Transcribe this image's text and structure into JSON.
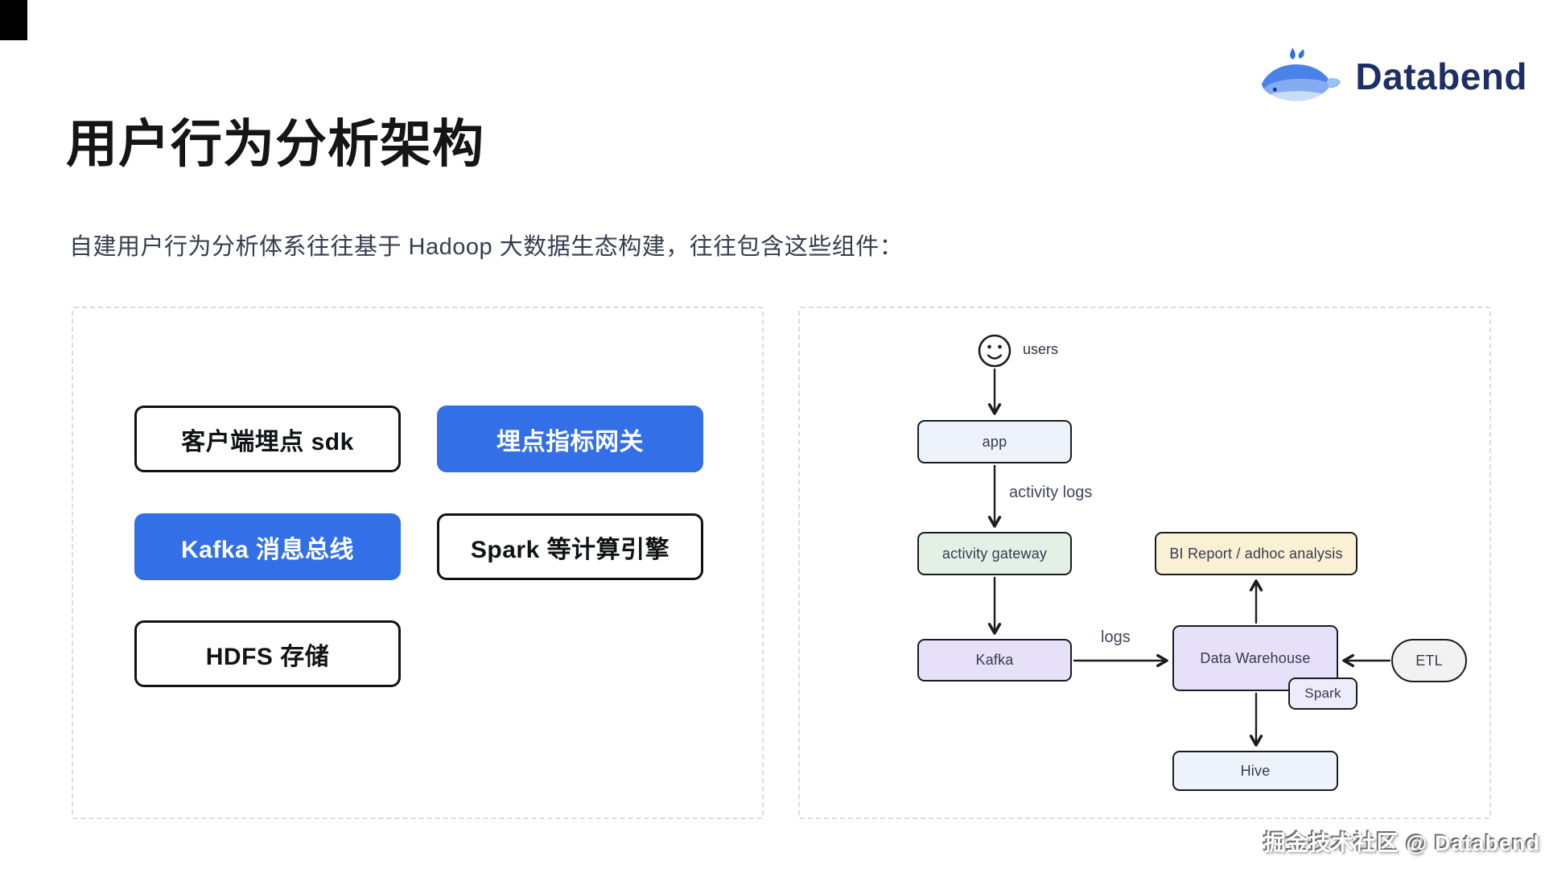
{
  "header": {
    "logo_text": "Databend"
  },
  "page": {
    "title": "用户行为分析架构",
    "subtitle": "自建用户行为分析体系往往基于 Hadoop 大数据生态构建，往往包含这些组件：",
    "watermark": "掘金技术社区 @ Databend"
  },
  "colors": {
    "accent_blue": "#3370E8",
    "node_app_fill": "#EDF2FB",
    "node_gateway_fill": "#E3F0E6",
    "node_bi_fill": "#FAF0D3",
    "node_kafka_fill": "#E6E0F8",
    "node_dw_fill": "#E6E0F8",
    "node_spark_fill": "#ECECFA",
    "node_etl_fill": "#F2F2F1",
    "node_hive_fill": "#EDF2FB",
    "logo_navy": "#1e2f66"
  },
  "components": {
    "items": [
      {
        "label": "客户端埋点 sdk",
        "variant": "outline"
      },
      {
        "label": "埋点指标网关",
        "variant": "blue"
      },
      {
        "label": "Kafka 消息总线",
        "variant": "blue"
      },
      {
        "label": "Spark 等计算引擎",
        "variant": "outline"
      },
      {
        "label": "HDFS 存储",
        "variant": "outline"
      }
    ]
  },
  "diagram": {
    "users_label": "users",
    "nodes": {
      "app": {
        "label": "app"
      },
      "gateway": {
        "label": "activity gateway"
      },
      "bi": {
        "label": "BI Report / adhoc analysis"
      },
      "kafka": {
        "label": "Kafka"
      },
      "dw": {
        "label": "Data Warehouse"
      },
      "spark": {
        "label": "Spark"
      },
      "etl": {
        "label": "ETL"
      },
      "hive": {
        "label": "Hive"
      }
    },
    "edges": {
      "app_to_gateway_label": "activity logs",
      "kafka_to_dw_label": "logs"
    }
  }
}
